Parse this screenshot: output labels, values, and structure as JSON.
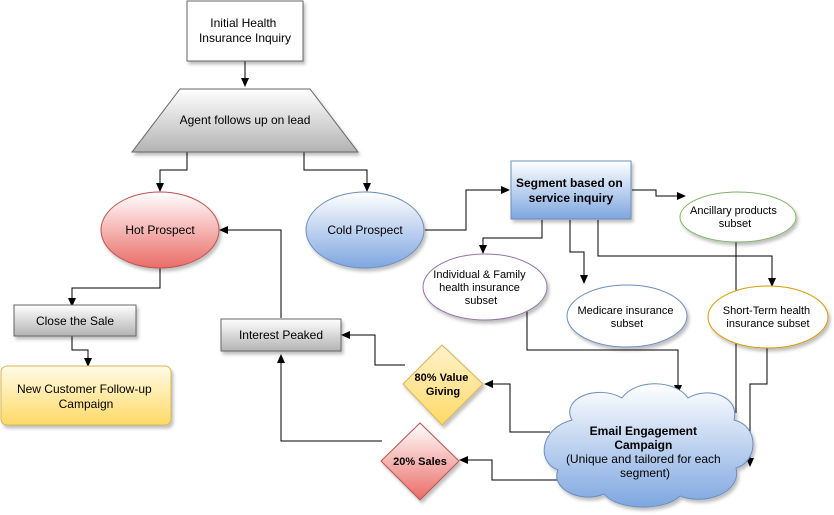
{
  "nodes": {
    "initial_inquiry": {
      "lines": [
        "Initial Health",
        "Insurance Inquiry"
      ]
    },
    "agent_follows_up": {
      "lines": [
        "Agent follows up on lead"
      ]
    },
    "hot_prospect": {
      "lines": [
        "Hot Prospect"
      ]
    },
    "cold_prospect": {
      "lines": [
        "Cold Prospect"
      ]
    },
    "segment": {
      "lines": [
        "Segment based on",
        "service inquiry"
      ]
    },
    "ancillary": {
      "lines": [
        "Ancillary products",
        "subset"
      ]
    },
    "individual_family": {
      "lines": [
        "Individual & Family",
        "health insurance",
        "subset"
      ]
    },
    "medicare": {
      "lines": [
        "Medicare insurance",
        "subset"
      ]
    },
    "short_term": {
      "lines": [
        "Short-Term health",
        "insurance subset"
      ]
    },
    "close_sale": {
      "lines": [
        "Close the Sale"
      ]
    },
    "new_customer": {
      "lines": [
        "New Customer Follow-up",
        "Campaign"
      ]
    },
    "interest_peaked": {
      "lines": [
        "Interest Peaked"
      ]
    },
    "value_giving": {
      "lines": [
        "80% Value",
        "Giving"
      ]
    },
    "sales": {
      "lines": [
        "20% Sales"
      ]
    },
    "email_campaign": {
      "lines": [
        "Email Engagement",
        "Campaign",
        "(Unique and tailored for each",
        "segment)"
      ]
    }
  },
  "edges": [
    {
      "from": "initial_inquiry",
      "to": "agent_follows_up"
    },
    {
      "from": "agent_follows_up",
      "to": "hot_prospect"
    },
    {
      "from": "agent_follows_up",
      "to": "cold_prospect"
    },
    {
      "from": "cold_prospect",
      "to": "segment"
    },
    {
      "from": "segment",
      "to": "ancillary"
    },
    {
      "from": "segment",
      "to": "individual_family"
    },
    {
      "from": "segment",
      "to": "medicare"
    },
    {
      "from": "segment",
      "to": "short_term"
    },
    {
      "from": "individual_family",
      "to": "email_campaign"
    },
    {
      "from": "ancillary",
      "to": "email_campaign"
    },
    {
      "from": "short_term",
      "to": "email_campaign"
    },
    {
      "from": "email_campaign",
      "to": "value_giving"
    },
    {
      "from": "email_campaign",
      "to": "sales"
    },
    {
      "from": "value_giving",
      "to": "interest_peaked"
    },
    {
      "from": "sales",
      "to": "interest_peaked"
    },
    {
      "from": "interest_peaked",
      "to": "hot_prospect"
    },
    {
      "from": "hot_prospect",
      "to": "close_sale"
    },
    {
      "from": "close_sale",
      "to": "new_customer"
    }
  ],
  "colors": {
    "hot_fill": "#ea6b66",
    "cold_fill": "#7ea6e0",
    "segment_fill": "#7ea6e0",
    "gray_fill": "#b3b3b3",
    "yellow_fill": "#ffd966",
    "diamond_yellow": "#ffd966",
    "diamond_red": "#ea6b66",
    "cloud_fill": "#7ea6e0",
    "ancillary_stroke": "#82b366",
    "individual_stroke": "#9673a6",
    "medicare_stroke": "#6c8ebf",
    "short_term_stroke": "#d79b00"
  }
}
